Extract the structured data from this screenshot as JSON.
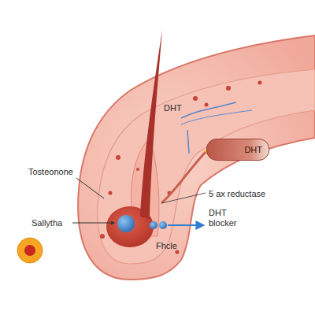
{
  "diagram": {
    "nodes": [
      {
        "text": [
          "DHT"
        ]
      }
    ],
    "labels": [
      "Tosteonone",
      "DHT",
      "5 ax reductase",
      "Sallytha",
      "Fhcle",
      "DHT blocker"
    ]
  }
}
